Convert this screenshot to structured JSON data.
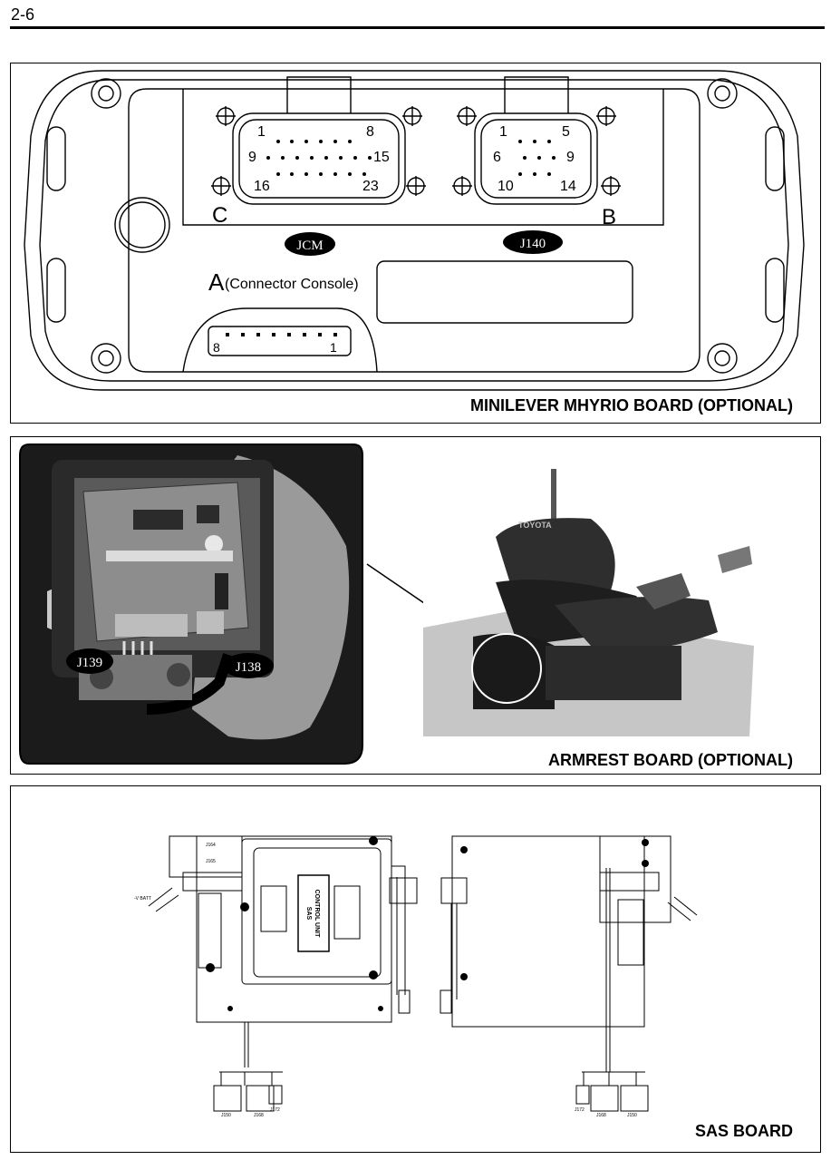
{
  "page": {
    "number": "2-6"
  },
  "panel1": {
    "caption": "MINILEVER MHYRIO BOARD (OPTIONAL)",
    "connector_c": {
      "letter": "C",
      "pins": [
        "1",
        "8",
        "9",
        "15",
        "16",
        "23"
      ]
    },
    "connector_b": {
      "letter": "B",
      "pins": [
        "1",
        "5",
        "6",
        "9",
        "10",
        "14"
      ]
    },
    "jcm_label": "JCM",
    "j140_label": "J140",
    "connector_a": {
      "letter": "A",
      "description": "(Connector Console)",
      "pins": [
        "8",
        "1"
      ]
    }
  },
  "panel2": {
    "caption": "ARMREST BOARD (OPTIONAL)",
    "j139_label": "J139",
    "j138_label": "J138",
    "seat_brand": "TOYOTA"
  },
  "panel3": {
    "caption": "SAS BOARD",
    "unit_label_line1": "SAS",
    "unit_label_line2": "CONTROL UNIT",
    "vbatt_label": "-V BATT",
    "left_connectors": [
      "J164",
      "J165"
    ],
    "left_bottom_labels": [
      "J150",
      "J168",
      "J172"
    ],
    "right_bottom_labels": [
      "J172",
      "J168",
      "J150"
    ]
  }
}
